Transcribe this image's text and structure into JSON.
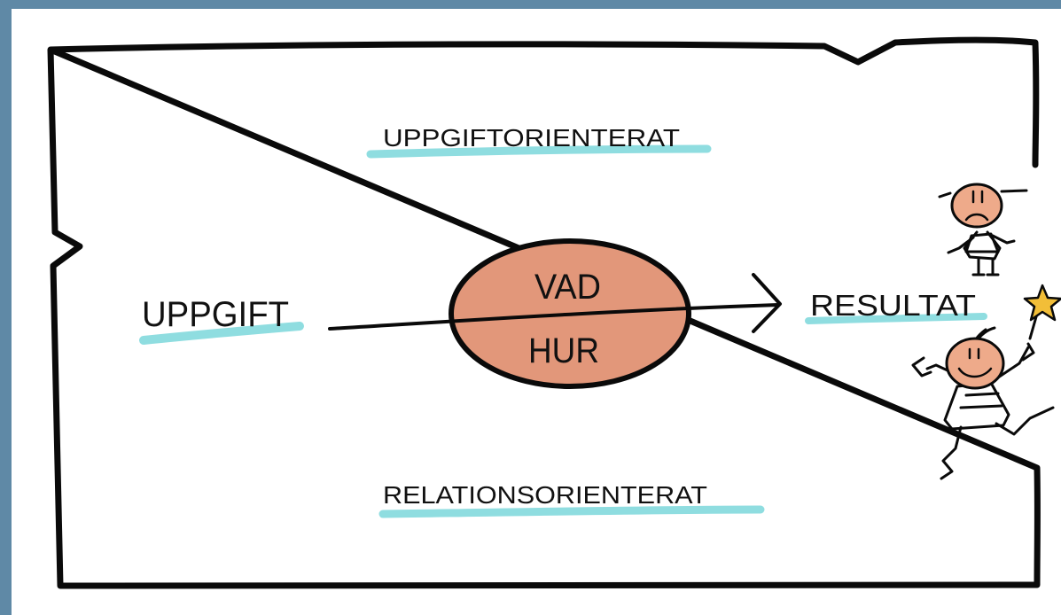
{
  "colors": {
    "frame_background": "#5f89a6",
    "highlight": "#8fdde0",
    "ellipse_fill": "#e2977a",
    "star": "#f2be38",
    "face": "#eeaa8a",
    "stripe": "#8fdde0",
    "ink": "#0a0a0a"
  },
  "labels": {
    "task_oriented": "UPPGIFTORIENTERAT",
    "relation_oriented": "RELATIONSORIENTERAT",
    "task": "UPPGIFT",
    "what": "VAD",
    "how": "HUR",
    "result": "RESULTAT"
  },
  "icons": {
    "sad_figure": "sad-person-icon",
    "happy_figure": "happy-person-icon",
    "star": "star-wand-icon"
  }
}
